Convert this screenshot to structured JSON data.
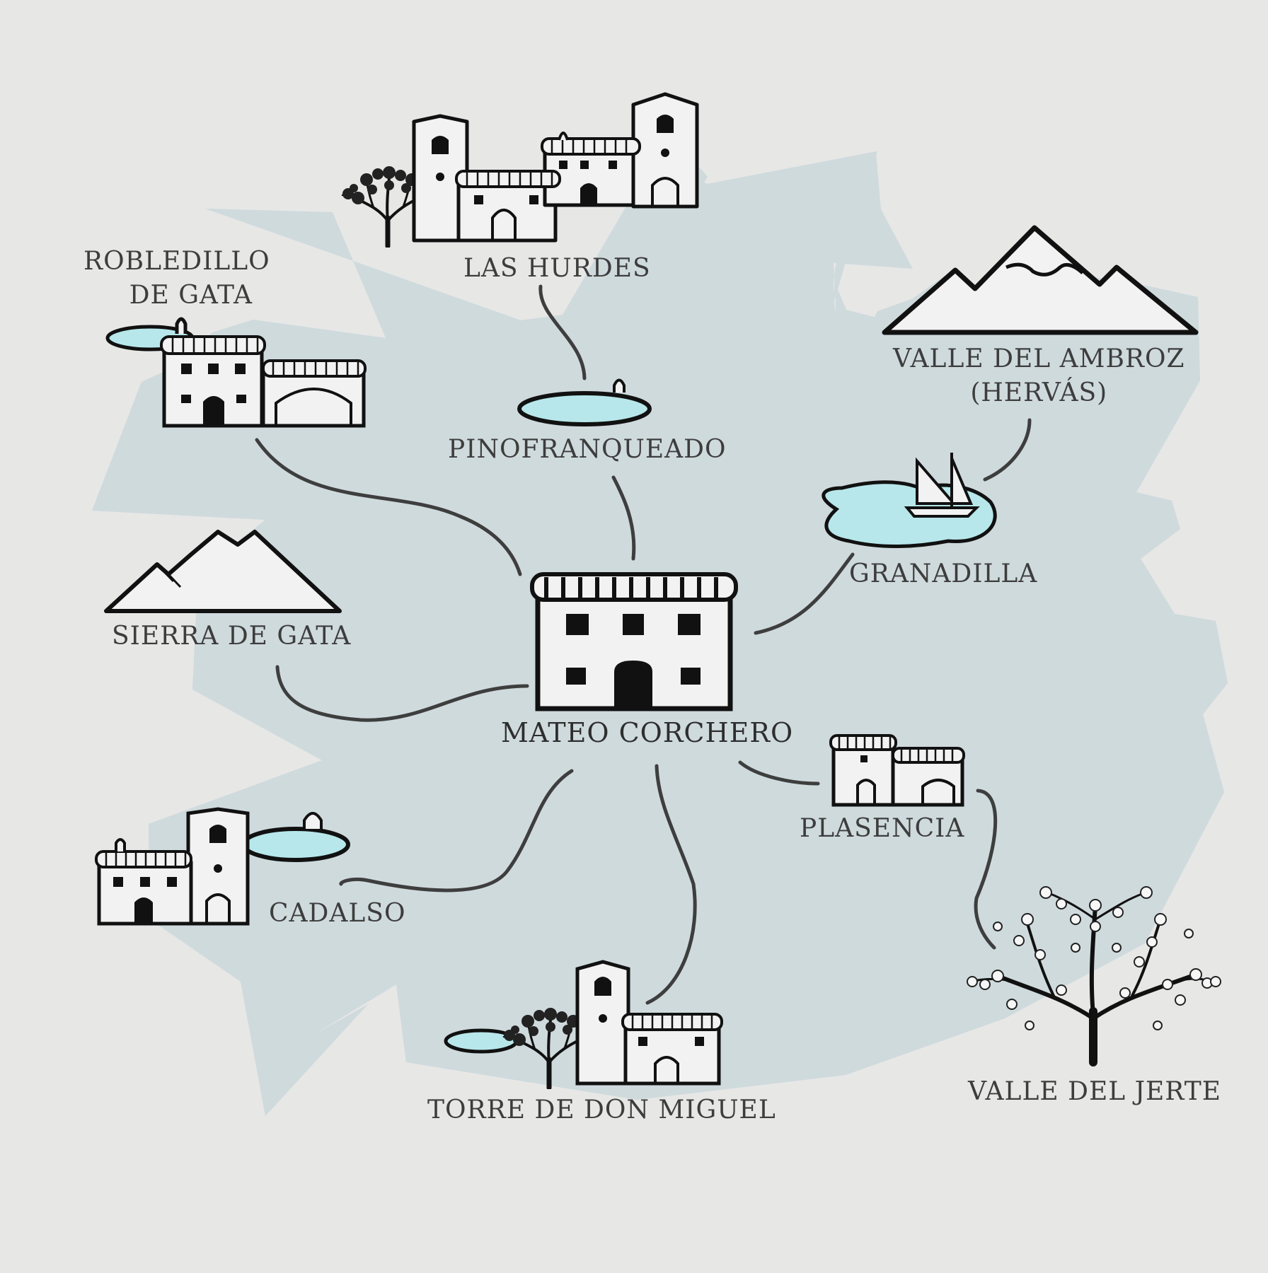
{
  "map": {
    "colors": {
      "background": "#e7e7e6",
      "region": "#cfdadd",
      "water": "#b7e7ea",
      "ink": "#111111",
      "building": "#f2f2f2",
      "connector": "#3e3e3e",
      "label": "#3d3d3d"
    },
    "center": {
      "name": "MATEO CORCHERO",
      "icon": "house-icon"
    },
    "places": {
      "las_hurdes": {
        "name": "LAS HURDES",
        "icon": "village-with-tree-icon"
      },
      "pinofranqueado": {
        "name": "PINOFRANQUEADO",
        "icon": "pool-icon"
      },
      "robledillo_de_gata": {
        "line1": "ROBLEDILLO",
        "line2": "DE GATA",
        "icon": "village-with-pool-icon"
      },
      "valle_del_ambroz": {
        "line1": "VALLE DEL AMBROZ",
        "line2": "(HERVÁS)",
        "icon": "mountain-icon"
      },
      "granadilla": {
        "name": "GRANADILLA",
        "icon": "lake-sailboat-icon"
      },
      "sierra_de_gata": {
        "name": "SIERRA DE GATA",
        "icon": "mountain-icon"
      },
      "plasencia": {
        "name": "PLASENCIA",
        "icon": "town-icon"
      },
      "cadalso": {
        "name": "CADALSO",
        "icon": "village-with-pool-icon"
      },
      "torre_de_don_miguel": {
        "name": "TORRE DE DON MIGUEL",
        "icon": "village-with-tree-and-pool-icon"
      },
      "valle_del_jerte": {
        "name": "VALLE DEL JERTE",
        "icon": "cherry-tree-icon"
      }
    }
  }
}
